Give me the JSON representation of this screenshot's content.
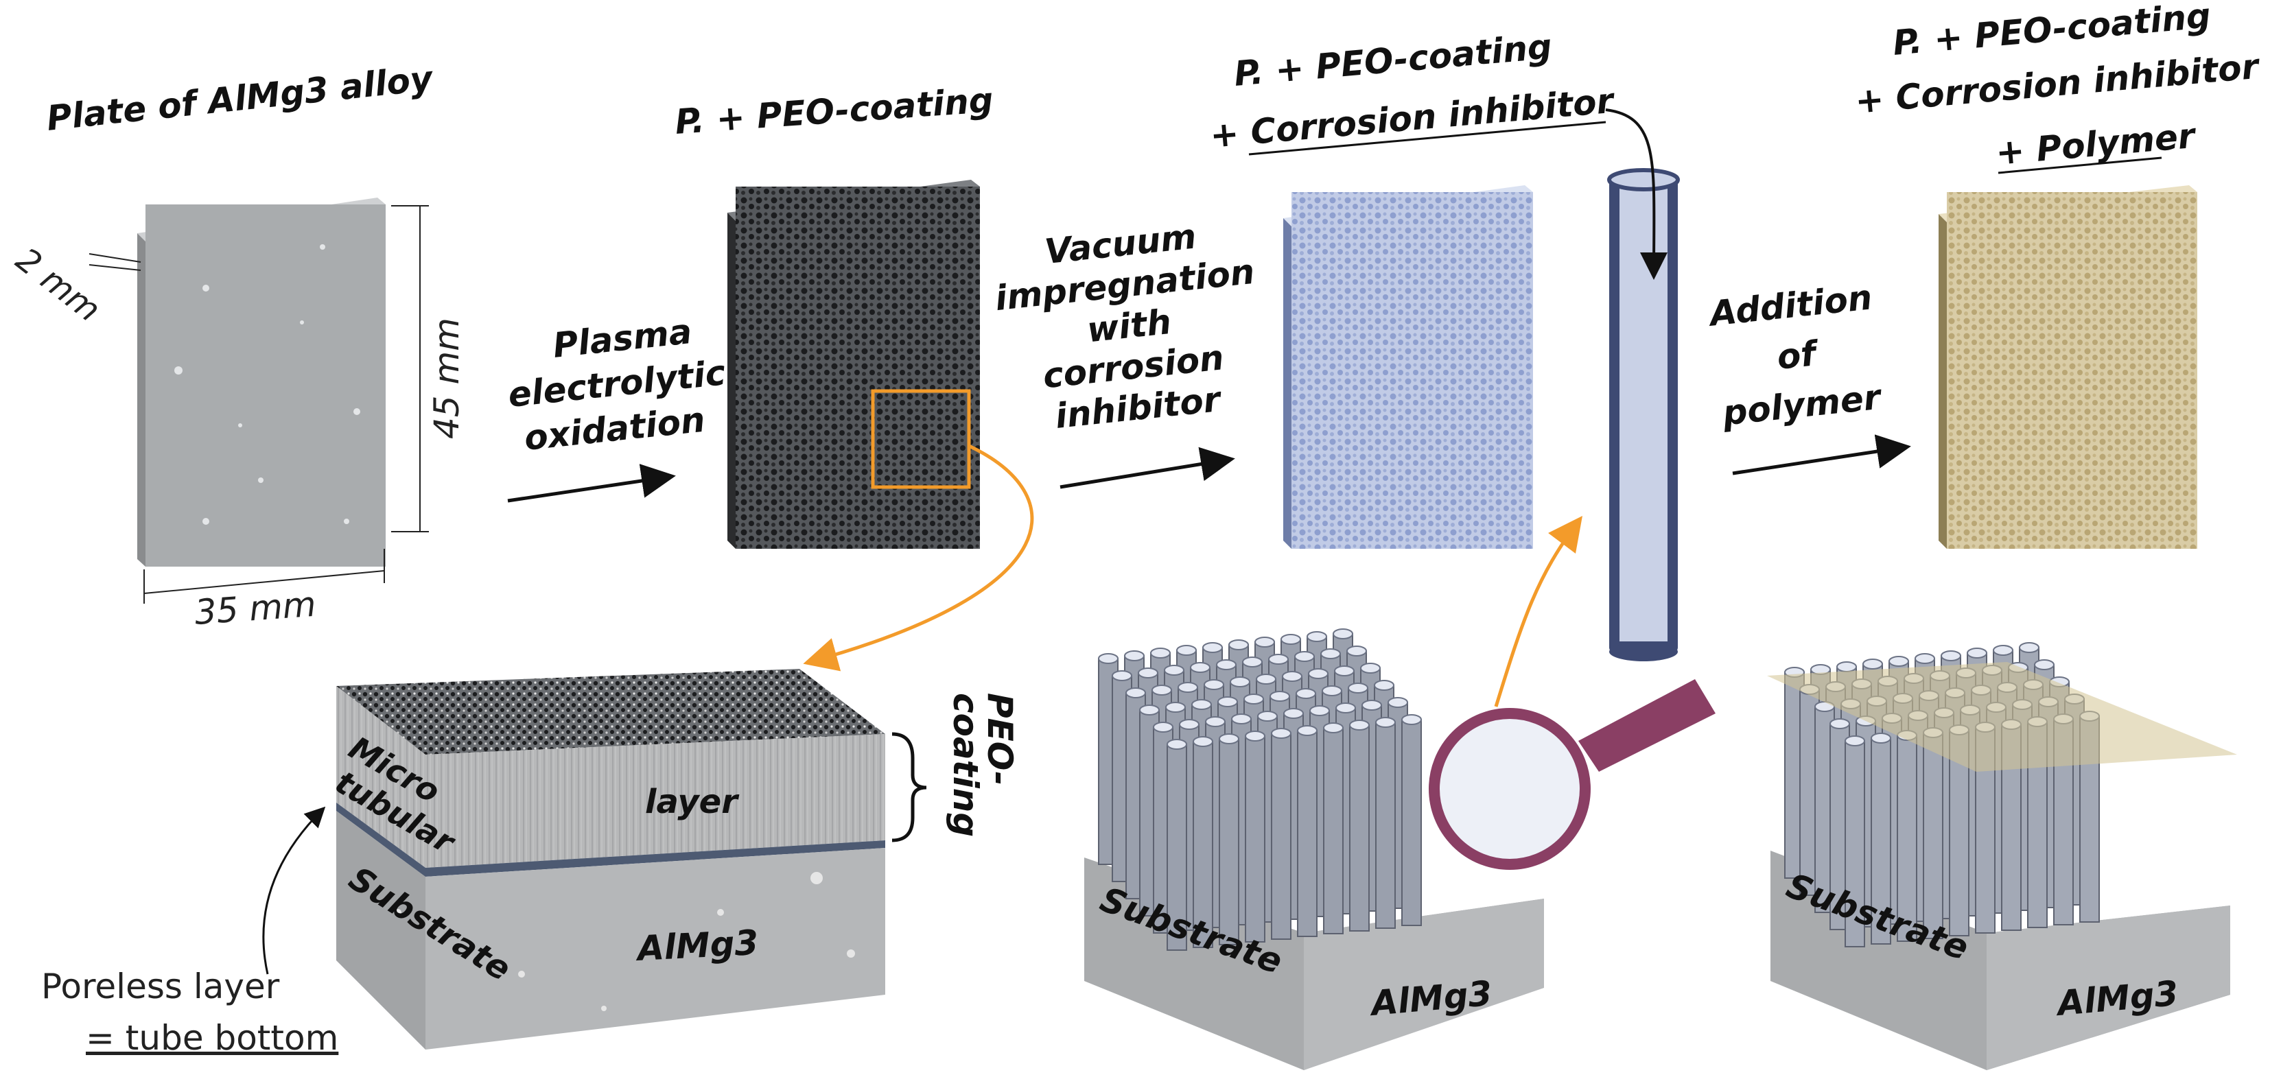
{
  "stages": {
    "plate": {
      "title": "Plate of AlMg3 alloy"
    },
    "peo": {
      "title": "P. + PEO-coating"
    },
    "inhibitor": {
      "title_line1": "P. + PEO-coating",
      "title_line2": "+ Corrosion inhibitor"
    },
    "polymer": {
      "title_line1": "P. + PEO-coating",
      "title_line2": "+ Corrosion inhibitor",
      "title_line3": "+ Polymer"
    }
  },
  "dimensions": {
    "thickness": "2 mm",
    "height": "45 mm",
    "width": "35 mm"
  },
  "process_steps": {
    "step1": [
      "Plasma",
      "electrolytic",
      "oxidation"
    ],
    "step2": [
      "Vacuum",
      "impregnation",
      "with",
      "corrosion",
      "inhibitor"
    ],
    "step3": [
      "Addition",
      "of",
      "polymer"
    ]
  },
  "cross_section": {
    "micro_label": [
      "Micro",
      "tubular"
    ],
    "micro_label_last": "tubular",
    "layer_label": "layer",
    "peo_label": [
      "PEO-",
      "coating"
    ],
    "substrate_label": "Substrate",
    "alloy_label": "AlMg3",
    "poreless_label_line1": "Poreless layer",
    "poreless_label_line2": "= tube bottom"
  },
  "tubes_block": {
    "substrate_label": "Substrate",
    "alloy_label": "AlMg3"
  },
  "polymer_block": {
    "substrate_label": "Substrate",
    "alloy_label": "AlMg3"
  },
  "colors": {
    "plate_gray": "#a9acae",
    "peo_dark": "#3d3f42",
    "inhibitor_blue": "#aab8dc",
    "polymer_tan": "#c9b98f",
    "orange_accent": "#f39b2a",
    "magnifier_purple": "#8a3f64"
  }
}
